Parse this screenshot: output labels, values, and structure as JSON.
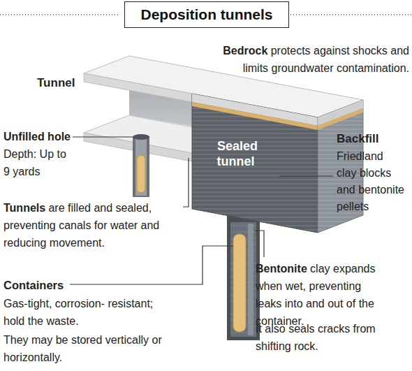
{
  "diagram": {
    "title": "Deposition tunnels",
    "labels": [
      "Tunnel",
      "Bedrock",
      "protects against shocks and limits groundwater contamination.",
      "Unfilled hole",
      "Depth: Up to 9 yards",
      "Sealed tunnel",
      "Backfill",
      "Friedland clay blocks and bentonite pellets",
      "Tunnels",
      "are filled and sealed, preventing canals for water and reducing movement.",
      "Containers",
      "Gas-tight, corrosion- resistant; hold the waste.",
      "They may be stored vertically or horizontally.",
      "Bentonite",
      "clay expands when wet, preventing leaks into and out of the container.",
      "It also seals cracks from shifting rock."
    ]
  }
}
